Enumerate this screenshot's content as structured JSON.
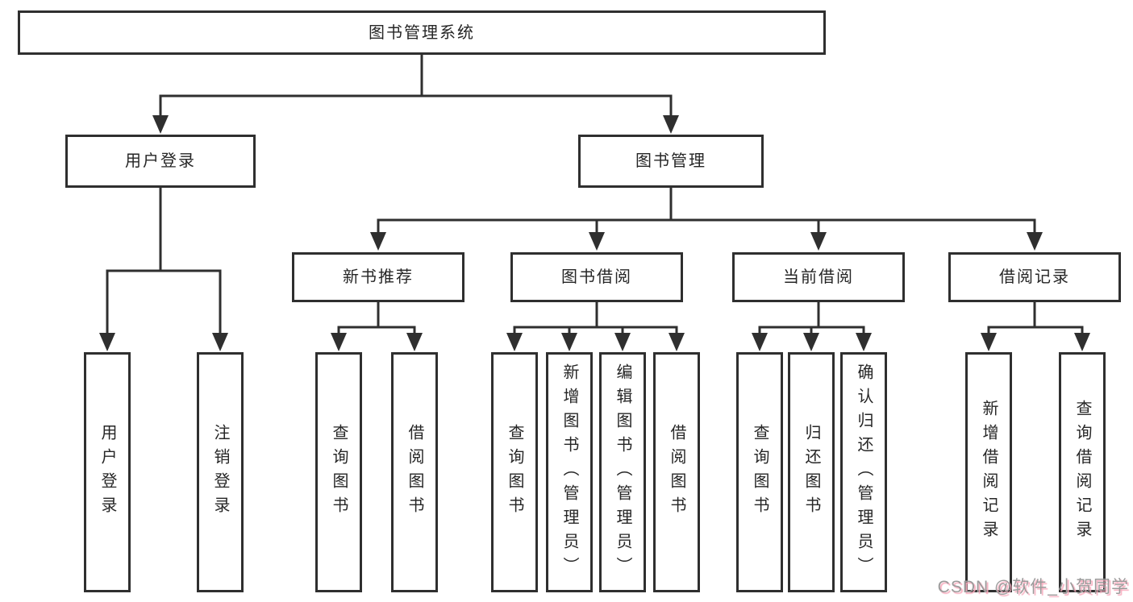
{
  "diagram": {
    "root": "图书管理系统",
    "user_login": {
      "label": "用户登录",
      "children": [
        "用户登录",
        "注销登录"
      ]
    },
    "book_management": {
      "label": "图书管理",
      "children": [
        {
          "label": "新书推荐",
          "children": [
            "查询图书",
            "借阅图书"
          ]
        },
        {
          "label": "图书借阅",
          "children": [
            "查询图书",
            "新增图书（管理员）",
            "编辑图书（管理员）",
            "借阅图书"
          ]
        },
        {
          "label": "当前借阅",
          "children": [
            "查询图书",
            "归还图书",
            "确认归还（管理员）"
          ]
        },
        {
          "label": "借阅记录",
          "children": [
            "新增借阅记录",
            "查询借阅记录"
          ]
        }
      ]
    }
  },
  "watermark": "CSDN @软件_小贺同学",
  "colors": {
    "line": "#2f2f2f",
    "text": "#262626",
    "background": "#ffffff",
    "watermark_gray": "#9b9b9b",
    "watermark_pink": "#f8acbe"
  }
}
